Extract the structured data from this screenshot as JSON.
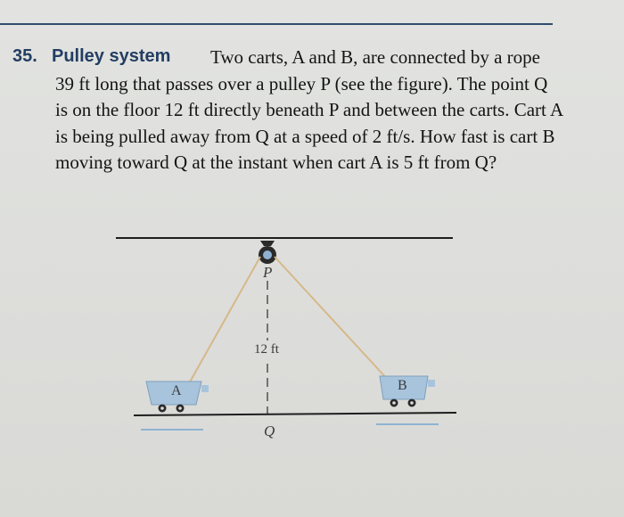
{
  "problem": {
    "number": "35.",
    "heading": "Pulley system",
    "text": "Two carts, A and B, are connected by a rope 39 ft long that passes over a pulley P (see the figure). The point Q is on the floor 12 ft directly beneath P and between the carts. Cart A is being pulled away from Q at a speed of 2 ft/s. How fast is cart B moving toward Q at the instant when cart A is 5 ft from Q?"
  },
  "figure": {
    "label_p": "P",
    "label_height": "12 ft",
    "label_q": "Q",
    "label_a": "A",
    "label_b": "B",
    "colors": {
      "rope": "#d6b88a",
      "cart": "#a8c4dc",
      "ink": "#2a2a2a",
      "floor": "#1e1e1e",
      "accent_blue": "#8fb2d2"
    }
  }
}
